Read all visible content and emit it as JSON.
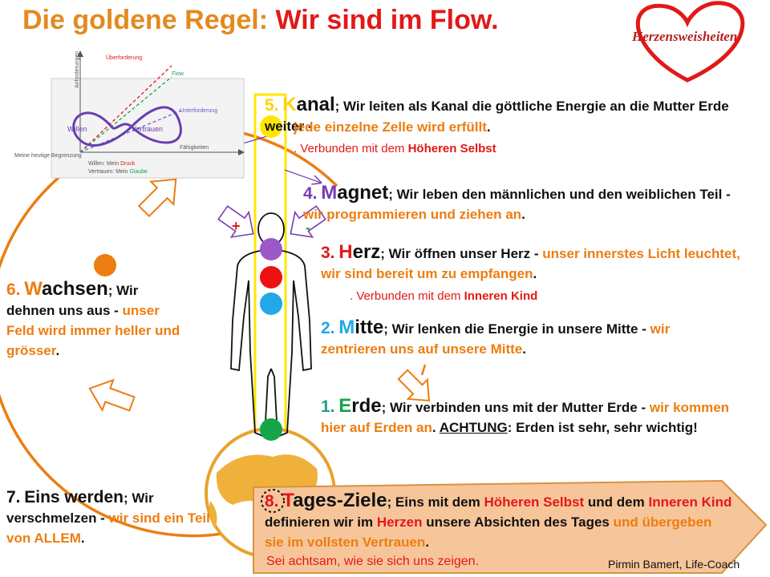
{
  "title": {
    "part1": "Die goldene Regel:",
    "part2": "Wir sind im Flow."
  },
  "logo": {
    "text": "Herzensweisheiten"
  },
  "chart": {
    "y_axis": "Anforderungen",
    "x_axis": "Fähigkeiten",
    "ueber": "Überforderung",
    "flow": "Flow",
    "unter": "Unterforderung",
    "willen": "Willen",
    "vertrauen": "Vertrauen",
    "begrenzung": "Meine heutige Begrenzung",
    "legend1_pre": "Willen: Mein",
    "legend1_key": "Druck",
    "legend2_pre": "Vertrauen: Mein",
    "legend2_key": "Glaube"
  },
  "body_signs": {
    "plus": "+",
    "minus": "-"
  },
  "items": {
    "kanal": {
      "num": "5.",
      "initial": "K",
      "rest": "anal",
      "t1": "; Wir leiten als Kanal die göttliche Energie an die Mutter Erde weiter -",
      "t2": "jede einzelne Zelle wird erfüllt",
      "t3": ".",
      "s1": ". Verbunden mit dem",
      "s2": "Höheren Selbst"
    },
    "magnet": {
      "num": "4.",
      "initial": "M",
      "rest": "agnet",
      "t1": "; Wir leben den männlichen und den weiblichen Teil -",
      "t2": "wir programmieren und ziehen an",
      "t3": "."
    },
    "herz": {
      "num": "3.",
      "initial": "H",
      "rest": "erz",
      "t1": "; Wir öffnen unser Herz -",
      "t2": "unser innerstes Licht leuchtet, wir sind bereit um zu empfangen",
      "t3": ".",
      "s1": ". Verbunden mit dem",
      "s2": "Inneren Kind"
    },
    "mitte": {
      "num": "2.",
      "initial": "M",
      "rest": "itte",
      "t1": "; Wir lenken die Energie in unsere Mitte -",
      "t2": "wir zentrieren uns auf unsere Mitte",
      "t3": "."
    },
    "erde": {
      "num": "1.",
      "initial": "E",
      "rest": "rde",
      "t1": "; Wir verbinden uns mit der Mutter Erde -",
      "t2": "wir kommen hier auf Erden an",
      "t3": ".",
      "t4": "ACHTUNG",
      "t5": ": Erden ist sehr, sehr wichtig!"
    },
    "wachsen": {
      "num": "6.",
      "initial": "W",
      "rest": "achsen",
      "t1": "; Wir dehnen uns aus -",
      "t2": "unser Feld wird immer heller und grösser",
      "t3": "."
    },
    "eins": {
      "num": "7.",
      "label": "Eins werden",
      "t1": "; Wir verschmelzen -",
      "t2": "wir sind ein Teil von ALLEM",
      "t3": "."
    },
    "tages": {
      "num": "8.",
      "initial": "T",
      "rest": "ages-Ziele",
      "t1": "; Eins mit dem",
      "t2": "Höheren Selbst",
      "t3": "und dem",
      "t4": "Inneren Kind",
      "t5": "definieren wir im",
      "t6": "Herzen",
      "t7": "unsere Absichten des Tages",
      "t8": "und übergeben sie im vollsten Vertrauen",
      "t9": ".",
      "note": "Sei achtsam, wie sie sich uns zeigen."
    }
  },
  "author": "Pirmin Bamert, Life-Coach",
  "colors": {
    "orange": "#ec7d10",
    "red": "#e31818",
    "yellow": "#ffe600",
    "purple": "#9b59c8",
    "chakra_red": "#ee1111",
    "blue": "#22a8e6",
    "green": "#17a54a",
    "teal": "#1e9e8e",
    "peach": "#f7c59a",
    "globe": "#f0b13a"
  }
}
